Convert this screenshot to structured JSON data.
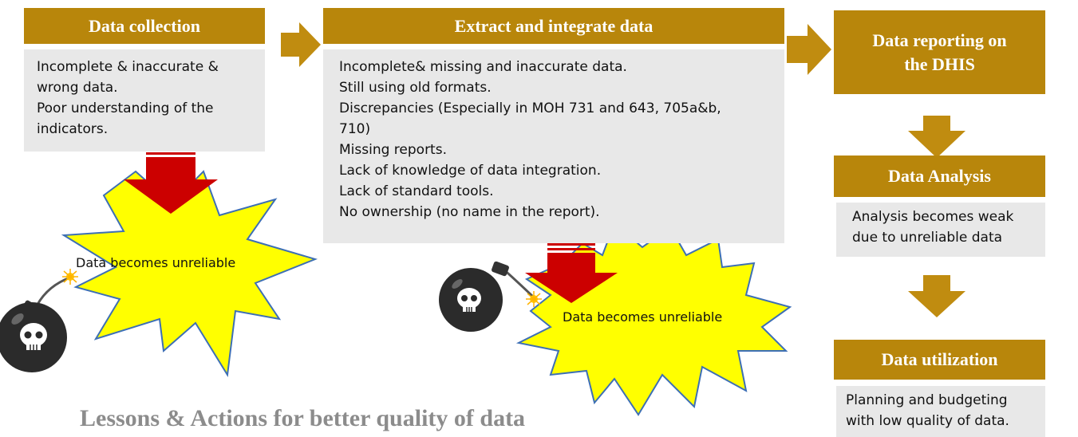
{
  "stages": {
    "collection": {
      "title": "Data collection",
      "lines": [
        "Incomplete & inaccurate &",
        "wrong data.",
        "Poor understanding of the",
        "indicators."
      ]
    },
    "extract": {
      "title": "Extract and integrate data",
      "lines": [
        "Incomplete& missing and inaccurate data.",
        "Still using old formats.",
        "Discrepancies (Especially in MOH 731 and 643, 705a&b,",
        "710)",
        "Missing reports.",
        "Lack of knowledge of data integration.",
        "Lack of standard tools.",
        "No ownership (no name in the report)."
      ]
    },
    "reporting": {
      "title_line1": "Data reporting on",
      "title_line2": "the DHIS"
    },
    "analysis": {
      "title": "Data Analysis",
      "lines": [
        "Analysis becomes weak",
        "due to unreliable data"
      ]
    },
    "utilization": {
      "title": "Data utilization",
      "lines": [
        "Planning and budgeting",
        "with low quality of data."
      ]
    }
  },
  "bursts": {
    "left_label": "Data becomes unreliable",
    "right_label": "Data becomes unreliable"
  },
  "footer": {
    "text": "Lessons & Actions for better quality of data"
  },
  "colors": {
    "header_gold": "#b8860b",
    "box_gray": "#e8e8e8",
    "arrow_gold": "#c08c10",
    "red_arrow": "#cc0000",
    "burst_yellow": "#ffff00",
    "burst_outline": "#3d6fb5",
    "footer_gray": "#8c8c8c"
  },
  "icons": [
    "bomb-icon",
    "skull-icon"
  ]
}
